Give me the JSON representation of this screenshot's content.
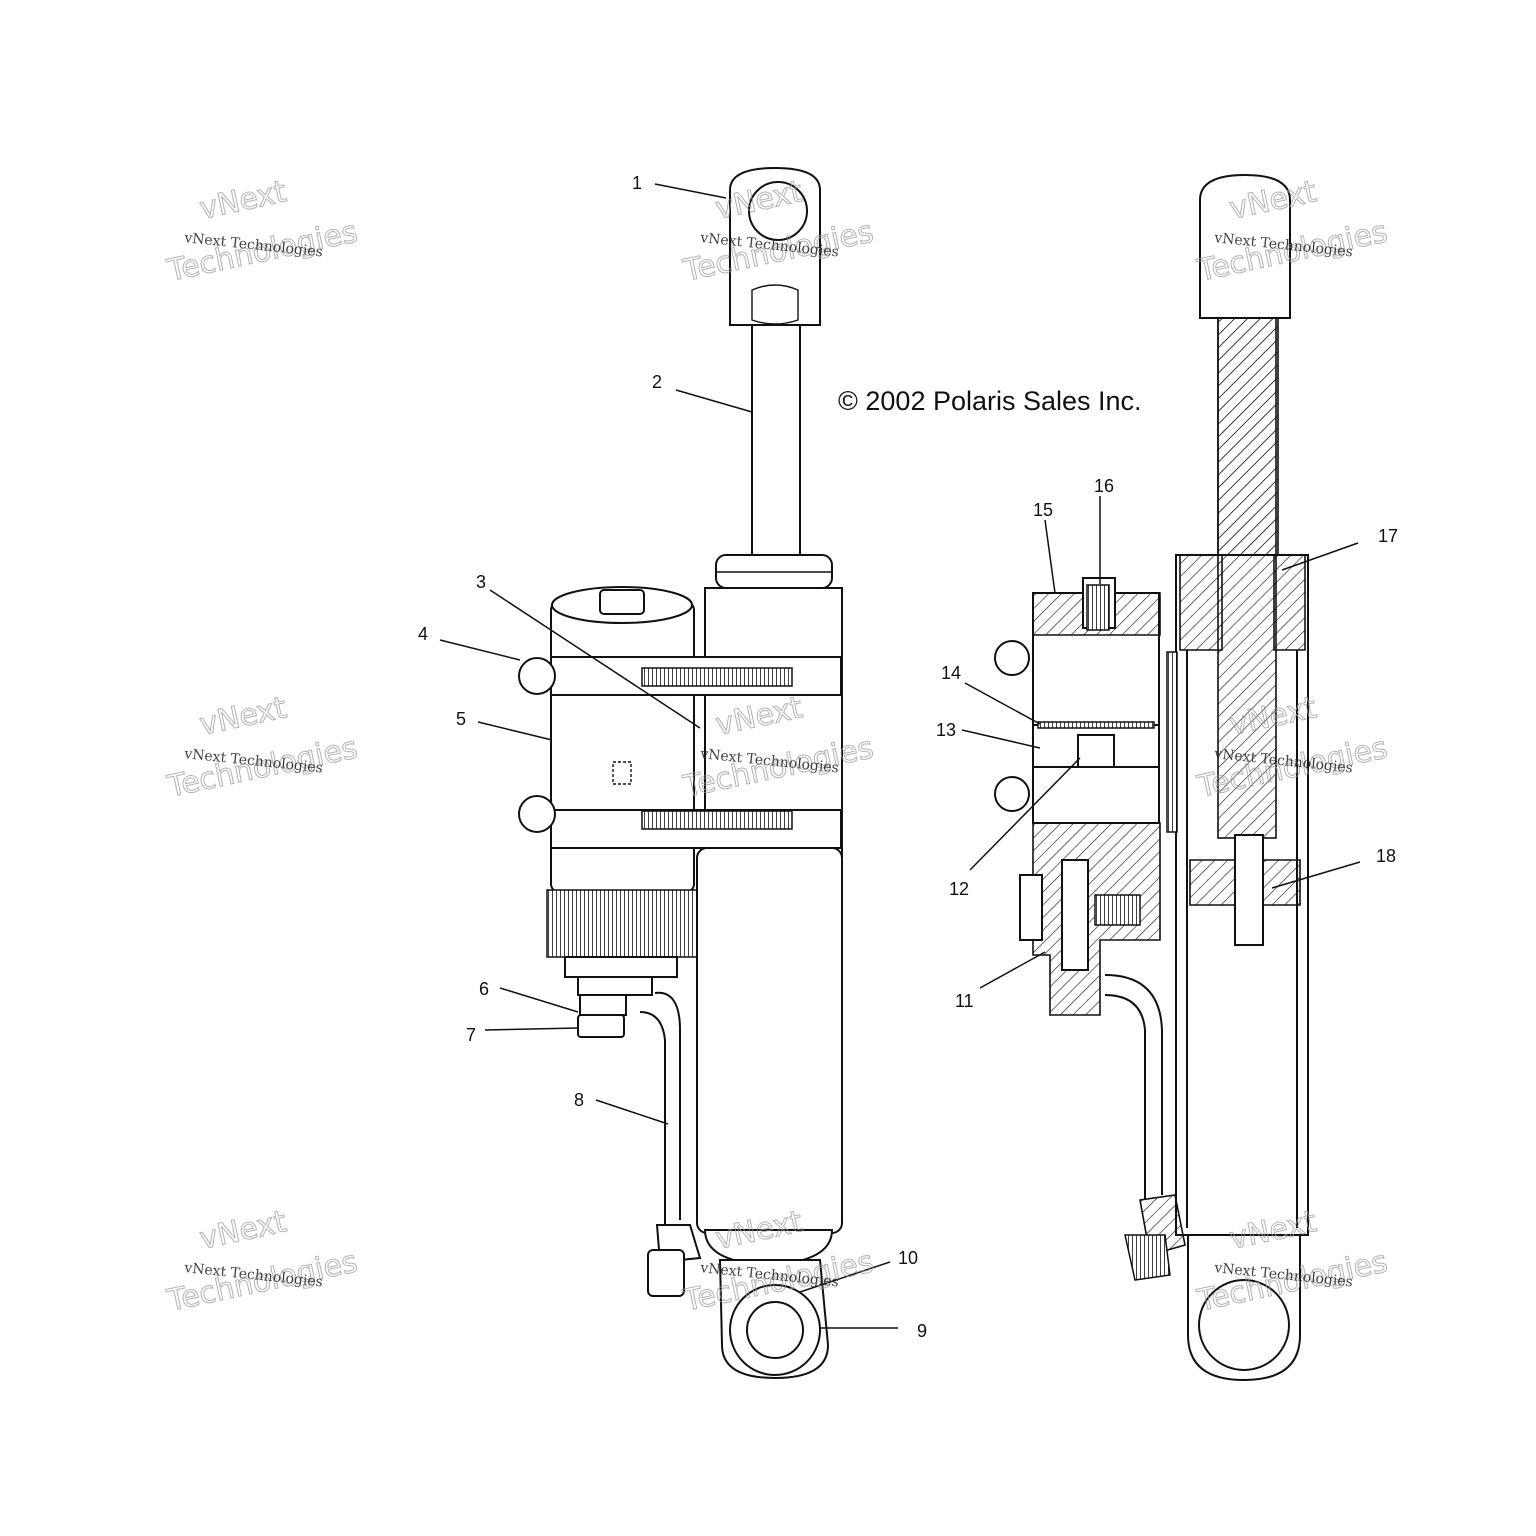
{
  "copyright": "© 2002 Polaris Sales Inc.",
  "watermark": {
    "line_top": "vNext",
    "line_small": "vNext Technologies",
    "line_big": "Technologies"
  },
  "callouts": [
    {
      "id": "1",
      "label": "1"
    },
    {
      "id": "2",
      "label": "2"
    },
    {
      "id": "3",
      "label": "3"
    },
    {
      "id": "4",
      "label": "4"
    },
    {
      "id": "5",
      "label": "5"
    },
    {
      "id": "6",
      "label": "6"
    },
    {
      "id": "7",
      "label": "7"
    },
    {
      "id": "8",
      "label": "8"
    },
    {
      "id": "9",
      "label": "9"
    },
    {
      "id": "10",
      "label": "10"
    },
    {
      "id": "11",
      "label": "11"
    },
    {
      "id": "12",
      "label": "12"
    },
    {
      "id": "13",
      "label": "13"
    },
    {
      "id": "14",
      "label": "14"
    },
    {
      "id": "15",
      "label": "15"
    },
    {
      "id": "16",
      "label": "16"
    },
    {
      "id": "17",
      "label": "17"
    },
    {
      "id": "18",
      "label": "18"
    }
  ]
}
